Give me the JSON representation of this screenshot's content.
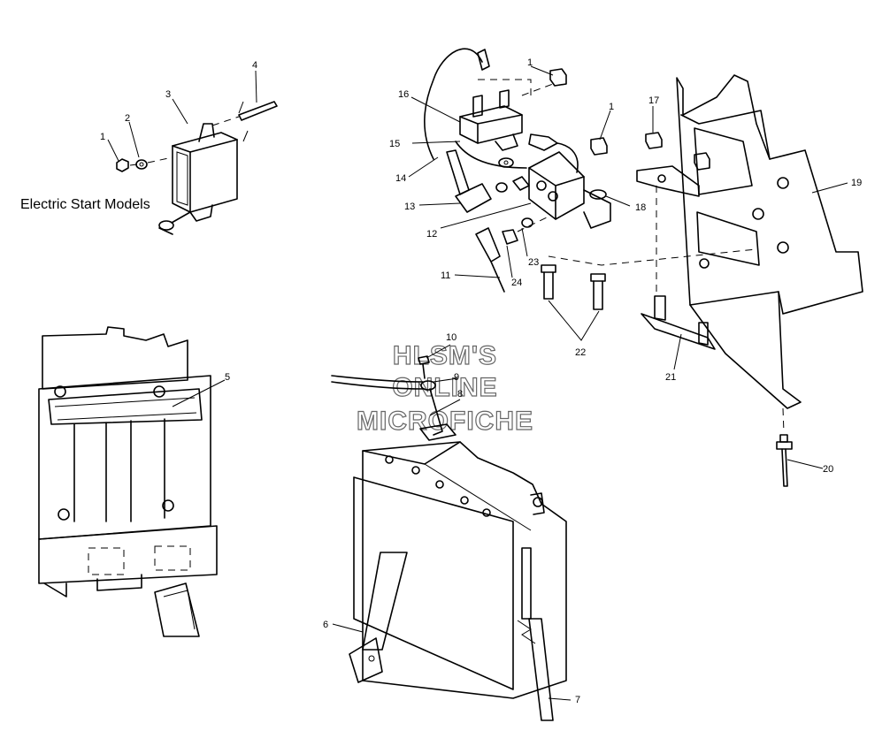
{
  "diagram": {
    "title": "Electric Start Models",
    "watermark": [
      "HLSM'S",
      "ONLINE",
      "MICROFICHE"
    ],
    "callouts": {
      "c1a": "1",
      "c1b": "1",
      "c1c": "1",
      "c2": "2",
      "c3": "3",
      "c4": "4",
      "c5": "5",
      "c6": "6",
      "c7": "7",
      "c8": "8",
      "c9": "9",
      "c10": "10",
      "c11": "11",
      "c12": "12",
      "c13": "13",
      "c14": "14",
      "c15": "15",
      "c16": "16",
      "c17": "17",
      "c18": "18",
      "c19": "19",
      "c20": "20",
      "c21": "21",
      "c22": "22",
      "c23": "23",
      "c24": "24"
    }
  }
}
